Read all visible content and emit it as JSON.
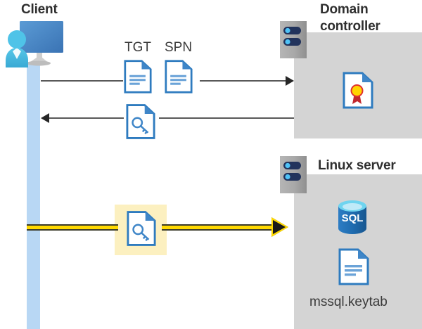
{
  "diagram": {
    "title": "Kerberos authentication flow between client, domain controller and Linux server",
    "type": "sequence-diagram"
  },
  "actors": {
    "client": {
      "label": "Client",
      "icon": "client-computer-icon",
      "lifeline_color": "#b8d7f4"
    },
    "domain_controller": {
      "label": "Domain controller",
      "line1": "Domain",
      "line2": "controller",
      "icon": "server-rack-icon",
      "panel_color": "#d4d4d4",
      "contents": [
        {
          "name": "certificate",
          "icon": "certificate-document-icon",
          "label": ""
        }
      ]
    },
    "linux_server": {
      "label": "Linux server",
      "icon": "server-rack-icon",
      "panel_color": "#d4d4d4",
      "contents": [
        {
          "name": "sql-database",
          "icon": "sql-database-icon",
          "label": "SQL"
        },
        {
          "name": "keytab-file",
          "icon": "document-icon",
          "label": "mssql.keytab"
        }
      ]
    }
  },
  "messages": [
    {
      "id": "msg-1",
      "direction": "right",
      "from": "client",
      "to": "domain_controller",
      "color": "#595959",
      "highlighted": false,
      "artifacts": [
        {
          "label": "TGT",
          "icon": "document-icon"
        },
        {
          "label": "SPN",
          "icon": "document-icon"
        }
      ]
    },
    {
      "id": "msg-2",
      "direction": "left",
      "from": "domain_controller",
      "to": "client",
      "color": "#595959",
      "highlighted": false,
      "artifacts": [
        {
          "label": "",
          "icon": "key-document-icon"
        }
      ]
    },
    {
      "id": "msg-3",
      "direction": "right",
      "from": "client",
      "to": "linux_server",
      "color": "#ffd900",
      "highlighted": true,
      "highlight_color": "#fcf0c0",
      "artifacts": [
        {
          "label": "",
          "icon": "key-document-icon"
        }
      ]
    }
  ],
  "labels": {
    "tgt": "TGT",
    "spn": "SPN",
    "sql": "SQL",
    "keytab": "mssql.keytab",
    "client": "Client",
    "dc_line1": "Domain",
    "dc_line2": "controller",
    "linux": "Linux server"
  },
  "colors": {
    "panel_gray": "#d4d4d4",
    "lifeline_blue": "#b8d7f4",
    "doc_blue": "#3f86c8",
    "doc_fold": "#3f7fc1",
    "arrow_gray": "#595959",
    "arrow_yellow": "#ffd900",
    "highlight_yellow": "#fcf0c0",
    "heading_text": "#2f2f2f",
    "cert_gold": "#ffd400",
    "cert_red": "#c1272d",
    "sql_blue": "#1f6cb0"
  }
}
